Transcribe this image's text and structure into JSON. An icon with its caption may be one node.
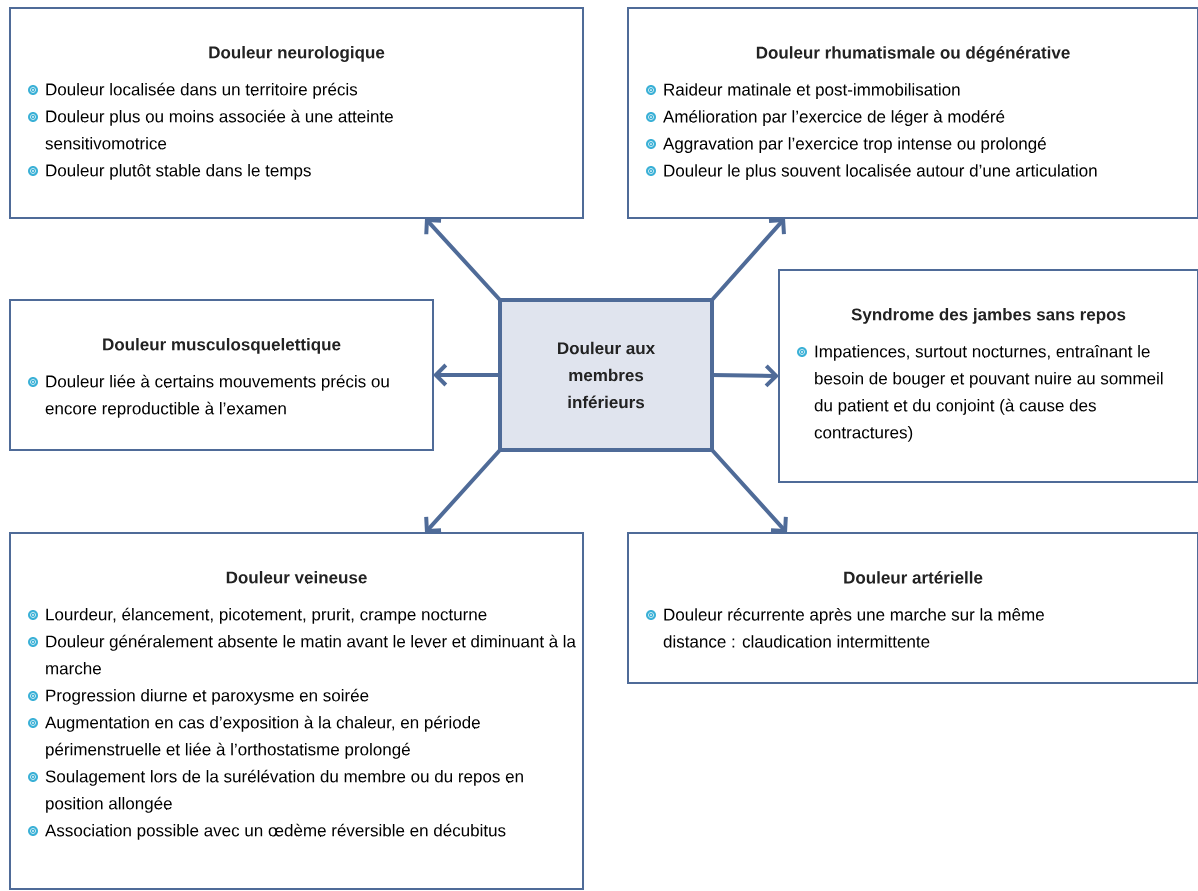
{
  "diagram": {
    "nodes": [
      {
        "text": [
          "Douleur aux membres inférieurs"
        ]
      },
      {
        "text": [
          "Douleur neurologique",
          "Douleur localisée dans un territoire précis",
          "Douleur plus ou moins associée à une atteinte sensitivomotrice",
          "Douleur plutôt stable dans le temps"
        ]
      },
      {
        "text": [
          "Douleur rhumatismale ou dégénérative",
          "Raideur matinale et post-immobilisation",
          "Amélioration par l’exercice de léger à modéré",
          "Aggravation par l’exercice trop intense ou prolongé",
          "Douleur le plus souvent localisée autour d’une articulation"
        ]
      },
      {
        "text": [
          "Douleur musculosquelettique",
          "Douleur liée à certains mouvements précis ou encore reproductible à l’examen"
        ]
      },
      {
        "text": [
          "Syndrome des jambes sans repos",
          "Impatiences, surtout nocturnes, entraînant le besoin de bouger et pouvant nuire au sommeil du patient et du conjoint (à cause des contractures)"
        ]
      },
      {
        "text": [
          "Douleur veineuse",
          "Lourdeur, élancement, picotement, prurit, crampe nocturne",
          "Douleur généralement absente le matin avant le lever et diminuant à la marche",
          "Progression diurne et paroxysme en soirée",
          "Augmentation en cas d’exposition à la chaleur, en période périmenstruelle et liée à l’orthostatisme prolongé",
          "Soulagement lors de la surélévation du membre ou du repos en position allongée",
          "Association possible avec un œdème réversible en décubitus"
        ]
      },
      {
        "text": [
          "Douleur artérielle",
          "Douleur récurrente après une marche sur la même distance : claudication intermittente"
        ]
      }
    ],
    "edges": [
      {
        "from": 0,
        "to": 1,
        "arrow": "to"
      },
      {
        "from": 0,
        "to": 2,
        "arrow": "to"
      },
      {
        "from": 0,
        "to": 3,
        "arrow": "to"
      },
      {
        "from": 0,
        "to": 4,
        "arrow": "to"
      },
      {
        "from": 0,
        "to": 5,
        "arrow": "to"
      },
      {
        "from": 0,
        "to": 6,
        "arrow": "to"
      }
    ]
  }
}
